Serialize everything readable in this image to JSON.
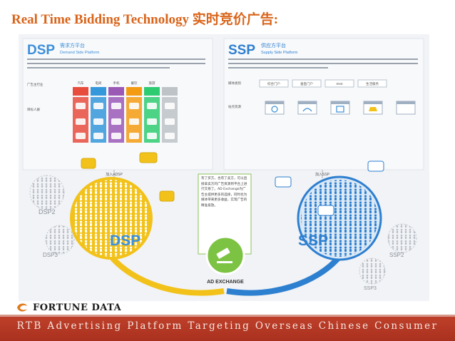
{
  "slide": {
    "title": "Real Time Bidding Technology 实时竞价广告:",
    "logo_text": "FORTUNE DATA",
    "footer_text": "RTB Advertising Platform Targeting Overseas Chinese Consumer"
  },
  "infographic": {
    "dsp_header": {
      "abbr": "DSP",
      "cn": "需求方平台",
      "en": "Demand Side Platform"
    },
    "ssp_header": {
      "abbr": "SSP",
      "cn": "供应方平台",
      "en": "Supply Side Platform"
    },
    "dsp_row_labels": [
      "广告主行业",
      "目标人群"
    ],
    "dsp_industries": [
      "汽车",
      "电商",
      "手机",
      "餐饮",
      "旅游",
      ""
    ],
    "ssp_row_labels": [
      "媒体类别",
      "站点资源"
    ],
    "ssp_media": [
      "综合门户",
      "垂直门户",
      "SNS",
      "生活服务"
    ],
    "join_dsp": "加入ADSP",
    "join_ssp": "加入SSP",
    "callout": "有了买方，也有了卖方，可以直接拿卖方的广告资源到平台上进行交易了。AD Exchange为广告主提供更多的选择，同时也为媒体带来更多收益，实现广告的精准投放。",
    "dsp_big_label": "DSP",
    "ssp_big_label": "SSP",
    "dsp2": "DSP2",
    "dsp3": "DSP3",
    "ssp2": "SSP2",
    "ssp3": "SSP3",
    "exchange_label": "AD EXCHANGE",
    "colors": {
      "dsp_blue": "#3b8fd9",
      "ssp_blue": "#2d7fd0",
      "dsp_yellow": "#f2c21b",
      "exchange_green": "#7cc243",
      "industry_colors": [
        "#e84c3d",
        "#3498db",
        "#9b59b6",
        "#f39c12",
        "#2ecc71",
        "#bdc3c7"
      ]
    }
  }
}
